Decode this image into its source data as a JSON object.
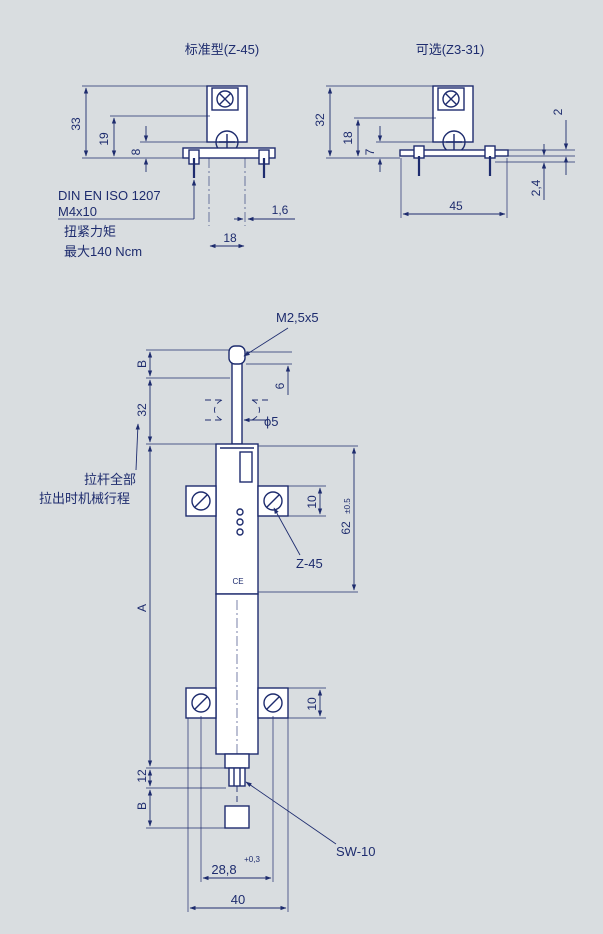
{
  "top_left": {
    "title": "标准型(Z-45)",
    "dims": {
      "h33": "33",
      "h19": "19",
      "h8": "8",
      "w18": "18",
      "t16": "1,6"
    },
    "note_line1": "DIN EN ISO 1207",
    "note_line2": "M4x10",
    "note_line3": "扭紧力矩",
    "note_line4": "最大140 Ncm"
  },
  "top_right": {
    "title": "可选(Z3-31)",
    "dims": {
      "h32": "32",
      "h18": "18",
      "h7": "7",
      "w45": "45",
      "v2": "2",
      "v24": "2,4"
    }
  },
  "main": {
    "label_m25x5": "M2,5x5",
    "label_b_top": "B",
    "label_32": "32",
    "label_6": "6",
    "label_phi5": "ϕ5",
    "label_stroke_line1": "拉杆全部",
    "label_stroke_line2": "拉出时机械行程",
    "label_10_top": "10",
    "label_62": "62",
    "label_62_tol": "±0.5",
    "label_z45": "Z-45",
    "label_a": "A",
    "label_10_bottom": "10",
    "label_12": "12",
    "label_b_bottom": "B",
    "label_sw10": "SW-10",
    "label_288": "28,8",
    "label_288_tol": "+0,3",
    "label_40": "40"
  }
}
